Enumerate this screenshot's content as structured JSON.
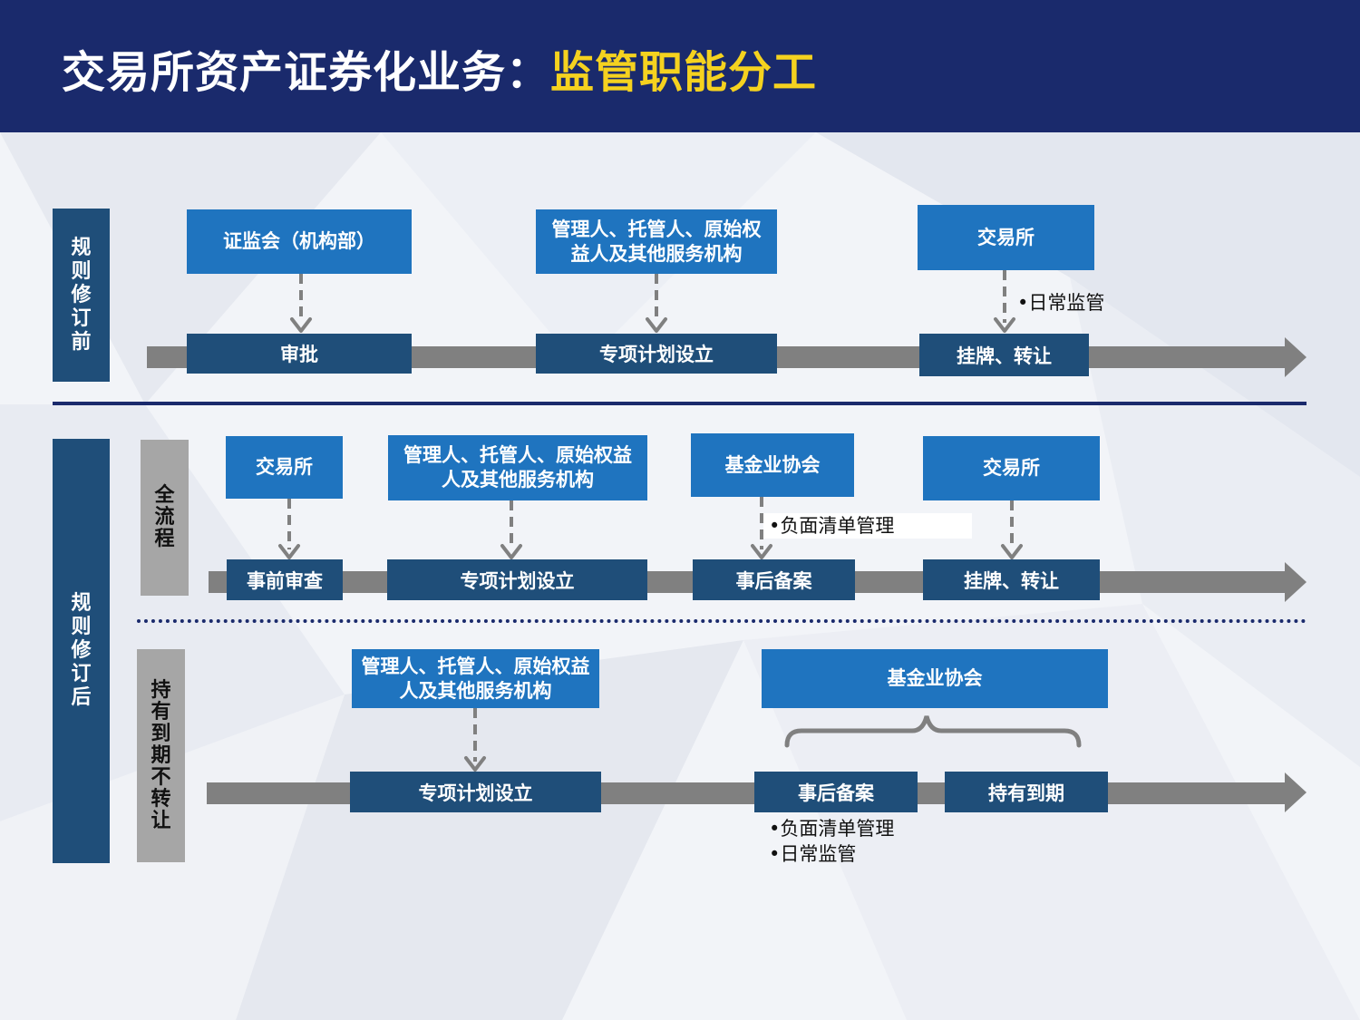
{
  "header": {
    "title_main": "交易所资产证券化业务：",
    "title_highlight": "监管职能分工"
  },
  "colors": {
    "header_bg": "#1a2a6c",
    "highlight": "#f5d21f",
    "box_blue": "#1f74bf",
    "step_navy": "#1f4e79",
    "track_gray": "#808080",
    "label_gray": "#a6a6a6"
  },
  "before": {
    "label": "规则修订前",
    "boxes": {
      "csrc": "证监会（机构部）",
      "managers": "管理人、托管人、原始权益人及其他服务机构",
      "exchange": "交易所"
    },
    "steps": {
      "approval": "审批",
      "plan": "专项计划设立",
      "listing": "挂牌、转让"
    },
    "notes": {
      "daily": "•日常监管"
    }
  },
  "after": {
    "label": "规则修订后",
    "full": {
      "label": "全流程",
      "boxes": {
        "exchange1": "交易所",
        "managers": "管理人、托管人、原始权益人及其他服务机构",
        "amac": "基金业协会",
        "exchange2": "交易所"
      },
      "steps": {
        "prereview": "事前审查",
        "plan": "专项计划设立",
        "filing": "事后备案",
        "listing": "挂牌、转让"
      },
      "notes": {
        "negative_list": "•负面清单管理"
      }
    },
    "hold": {
      "label": "持有到期不转让",
      "boxes": {
        "managers": "管理人、托管人、原始权益人及其他服务机构",
        "amac": "基金业协会"
      },
      "steps": {
        "plan": "专项计划设立",
        "filing": "事后备案",
        "maturity": "持有到期"
      },
      "notes": {
        "negative_list": "•负面清单管理",
        "daily": "•日常监管"
      }
    }
  }
}
